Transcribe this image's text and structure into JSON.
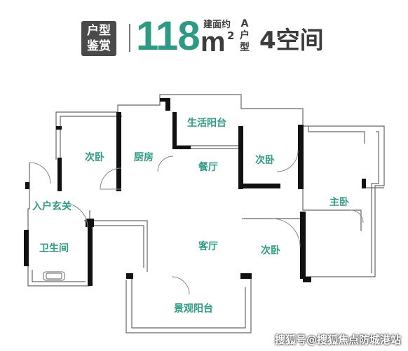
{
  "header": {
    "category_line1": "户型",
    "category_line2": "鉴赏",
    "area": "118",
    "area_note": "建面约",
    "unit": "m",
    "unit_exponent": "2",
    "type_letters": [
      "A",
      "户",
      "型"
    ],
    "rooms": "4空间"
  },
  "rooms": {
    "second_bedroom_nw": "次卧",
    "kitchen": "厨房",
    "utility_balcony": "生活阳台",
    "dining_room": "餐厅",
    "second_bedroom_ne": "次卧",
    "master_bedroom": "主卧",
    "entrance_foyer": "入户玄关",
    "bathroom": "卫生间",
    "living_room": "客厅",
    "second_bedroom_se": "次卧",
    "view_balcony": "景观阳台"
  },
  "watermark": "搜狐号@搜狐焦点防城港站",
  "colors": {
    "accent": "#2e9a84",
    "wall": "#111111",
    "outline": "#666666"
  }
}
